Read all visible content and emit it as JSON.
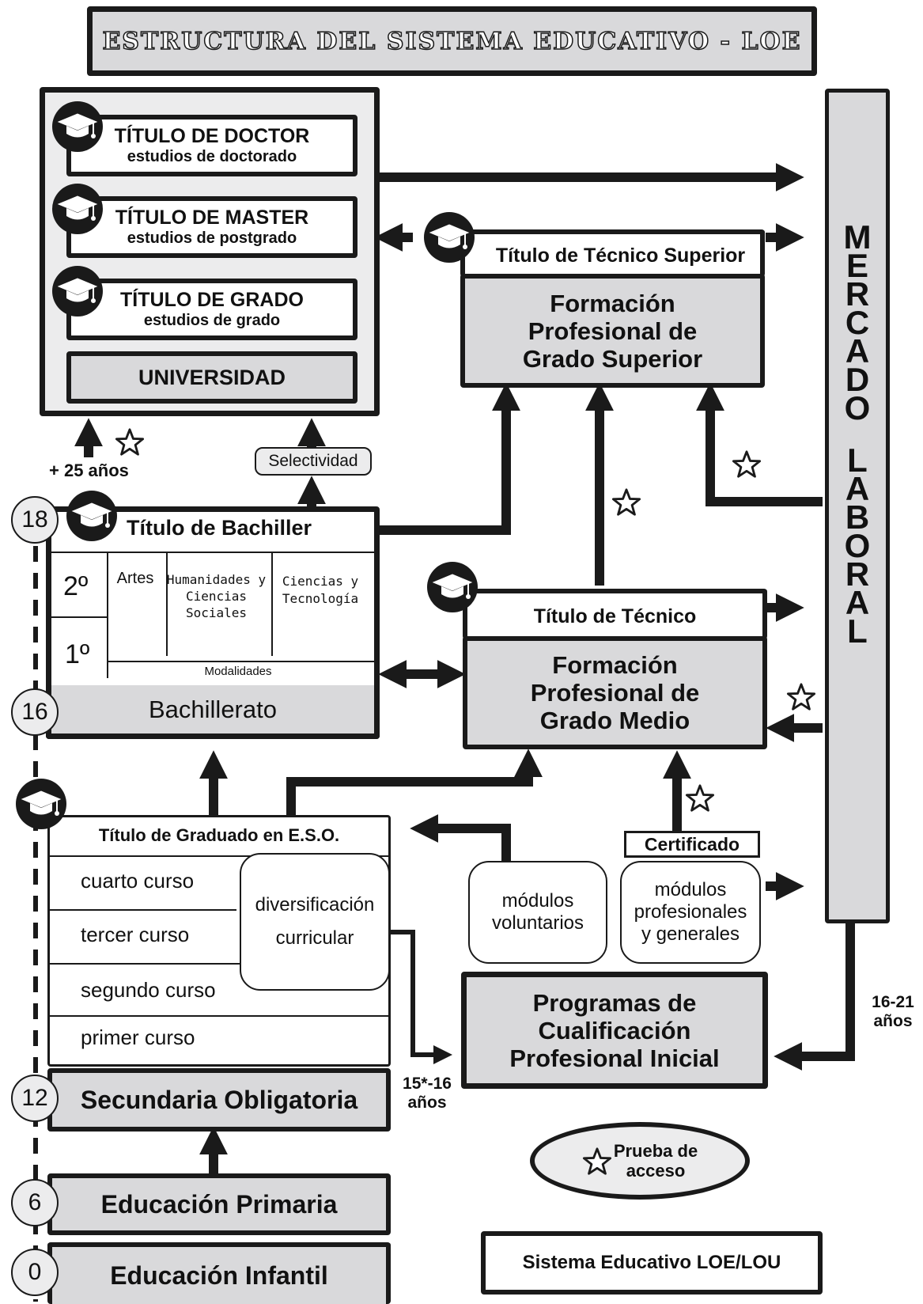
{
  "title": "ESTRUCTURA DEL SISTEMA EDUCATIVO - LOE",
  "university": {
    "doctor": {
      "title": "TÍTULO DE DOCTOR",
      "subtitle": "estudios de doctorado"
    },
    "master": {
      "title": "TÍTULO DE MASTER",
      "subtitle": "estudios de postgrado"
    },
    "grado": {
      "title": "TÍTULO DE GRADO",
      "subtitle": "estudios de grado"
    },
    "label": "UNIVERSIDAD"
  },
  "mercado_laboral": [
    "M",
    "E",
    "R",
    "C",
    "A",
    "D",
    "O",
    "",
    "L",
    "A",
    "B",
    "O",
    "R",
    "A",
    "L"
  ],
  "fp_superior": {
    "title": "Título de Técnico Superior",
    "body": [
      "Formación",
      "Profesional de",
      "Grado Superior"
    ]
  },
  "fp_medio": {
    "title": "Título de Técnico",
    "body": [
      "Formación",
      "Profesional de",
      "Grado Medio"
    ]
  },
  "access": {
    "mayores_25": "+ 25 años",
    "selectividad": "Selectividad"
  },
  "bachillerato": {
    "title": "Título de Bachiller",
    "years": [
      "2º",
      "1º"
    ],
    "modalities": [
      "Artes",
      "Humanidades y Ciencias Sociales",
      "Ciencias y Tecnología"
    ],
    "modalidades_label": "Modalidades",
    "label": "Bachillerato"
  },
  "eso": {
    "title": "Título de Graduado en E.S.O.",
    "courses": [
      "cuarto curso",
      "tercer curso",
      "segundo curso",
      "primer curso"
    ],
    "diversificacion": [
      "diversificación",
      "curricular"
    ],
    "label": "Secundaria Obligatoria"
  },
  "pcpi": {
    "voluntarios": [
      "módulos",
      "voluntarios"
    ],
    "certificado": "Certificado",
    "profesionales": [
      "módulos",
      "profesionales",
      "y generales"
    ],
    "title": [
      "Programas de",
      "Cualificación",
      "Profesional Inicial"
    ],
    "age_left": [
      "15*-16",
      "años"
    ],
    "age_right": [
      "16-21",
      "años"
    ]
  },
  "primaria": "Educación Primaria",
  "infantil": "Educación Infantil",
  "ages": [
    "18",
    "16",
    "12",
    "6",
    "0"
  ],
  "legend": {
    "prueba": [
      "Prueba de",
      "acceso"
    ],
    "system": "Sistema Educativo LOE/LOU"
  },
  "colors": {
    "dark": "#1a1a1a",
    "gray": "#d9d9db",
    "light": "#ececed"
  }
}
